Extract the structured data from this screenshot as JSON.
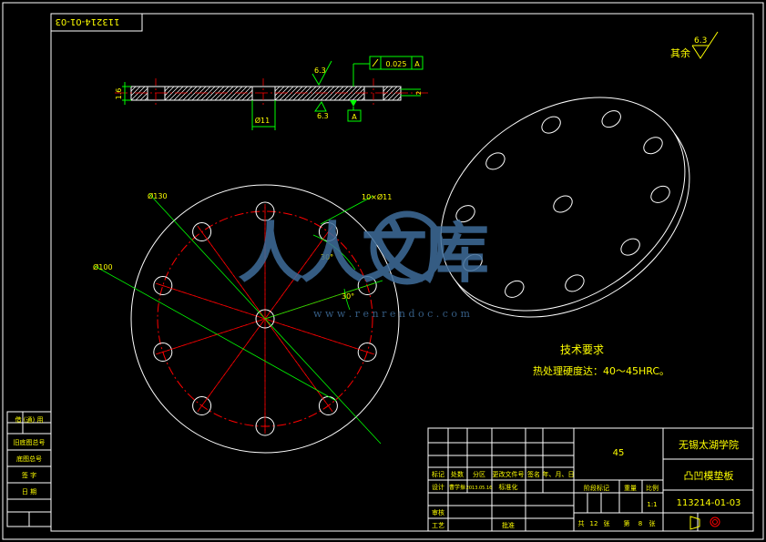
{
  "drawing_number_mirrored": "113214-01-03",
  "surface": {
    "rest_label": "其余",
    "roughness_rest": "6.3",
    "roughness_top": "6.3",
    "roughness_bottom": "6.3"
  },
  "section_dims": {
    "thickness": "1.6",
    "hole_dia": "Ø11",
    "flatness_tol": "0.025",
    "datum": "A",
    "datum_frame": "A",
    "right_dim": "2"
  },
  "plan_view": {
    "outer_dia": "Ø130",
    "pcd": "Ø100",
    "holes_callout": "10×Ø11",
    "angle_1": "30°",
    "angle_2": "30°"
  },
  "watermark": {
    "brand": "人人文库",
    "url": "w w w . r e n r e n d o c . c o m"
  },
  "tech_req": {
    "title": "技术要求",
    "line1": "热处理硬度达：40～45HRC。"
  },
  "left_strip": [
    "借 (通) 用",
    "旧底图总号",
    "底图总号",
    "签 字",
    "日 期"
  ],
  "title_block": {
    "material": "45",
    "school": "无锡太湖学院",
    "part_name": "凸凹模垫板",
    "drawing_no": "113214-01-03",
    "header_row": [
      "标记",
      "处数",
      "分区",
      "更改文件号",
      "签名",
      "年、月、日"
    ],
    "design_label": "设计",
    "designer": "曹学振",
    "date": "2013.05.16",
    "std_label": "标准化",
    "review_label": "审核",
    "process_label": "工艺",
    "approve_label": "批准",
    "stage_label": "阶段标记",
    "weight_label": "重量",
    "scale_label": "比例",
    "scale": "1:1",
    "total_label": "共",
    "total_sheets": "12",
    "sheet_label": "张",
    "page_label": "第",
    "page_no": "8",
    "page_suffix": "张"
  },
  "colors": {
    "frame": "#ffffff",
    "text": "#ffff00",
    "dimension": "#00ff00",
    "centerline": "#ff0000",
    "watermark": "#3f6d9a"
  }
}
